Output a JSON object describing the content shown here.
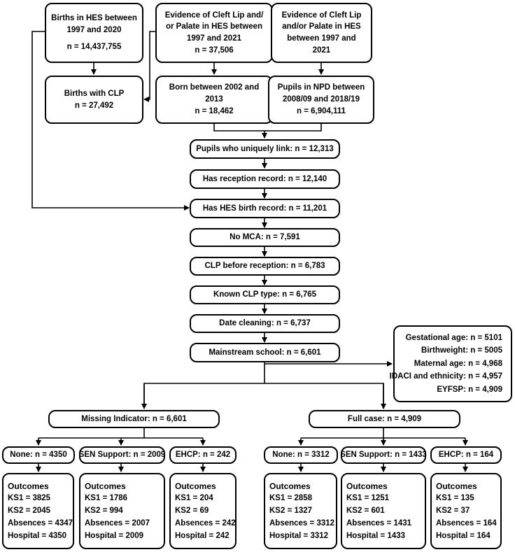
{
  "top": {
    "births_hes": [
      "Births in HES between",
      "1997 and 2020",
      "n = 14,437,755"
    ],
    "evidence_2021_a": [
      "Evidence of Cleft Lip and/",
      "or Palate in HES between",
      "1997 and 2021",
      "n = 37,506"
    ],
    "evidence_2021_b": [
      "Evidence of Cleft Lip",
      "and/or Palate in HES",
      "between 1997 and",
      "2021"
    ]
  },
  "second": {
    "births_clp": [
      "Births with CLP",
      "n = 27,492"
    ],
    "born_between": [
      "Born between 2002 and",
      "2013",
      "n = 18,462"
    ],
    "pupils_npd": [
      "Pupils in NPD between",
      "2008/09 and 2018/19",
      "n = 6,904,111"
    ]
  },
  "chain": [
    "Pupils who uniquely link: n = 12,313",
    "Has reception record: n = 12,140",
    "Has HES birth record: n = 11,201",
    "No MCA: n = 7,591",
    "CLP before reception: n = 6,783",
    "Known CLP type: n = 6,765",
    "Date cleaning: n = 6,737",
    "Mainstream school: n = 6,601"
  ],
  "missing_info": [
    "Gestational age: n = 5101",
    "Birthweight: n = 5005",
    "Maternal age: n = 4,968",
    "IDACI and ethnicity: n = 4,957",
    "EYFSP: n = 4,909"
  ],
  "branches": {
    "missing_indicator": "Missing Indicator: n = 6,601",
    "full_case": "Full case: n =  4,909"
  },
  "groups": [
    {
      "label": "None: n = 4350",
      "outcomes": [
        "Outcomes",
        "KS1 = 3825",
        "KS2 = 2045",
        "Absences = 4347",
        "Hospital = 4350"
      ]
    },
    {
      "label": "SEN Support: n = 2009",
      "outcomes": [
        "Outcomes",
        "KS1 = 1786",
        "KS2 = 994",
        "Absences = 2007",
        "Hospital = 2009"
      ]
    },
    {
      "label": "EHCP: n = 242",
      "outcomes": [
        "Outcomes",
        "KS1 = 204",
        "KS2 = 69",
        "Absences = 242",
        "Hospital = 242"
      ]
    },
    {
      "label": "None: n = 3312",
      "outcomes": [
        "Outcomes",
        "KS1 = 2858",
        "KS2 = 1327",
        "Absences = 3312",
        "Hospital = 3312"
      ]
    },
    {
      "label": "SEN Support: n = 1433",
      "outcomes": [
        "Outcomes",
        "KS1 = 1251",
        "KS2 = 601",
        "Absences = 1431",
        "Hospital = 1433"
      ]
    },
    {
      "label": "EHCP: n = 164",
      "outcomes": [
        "Outcomes",
        "KS1 = 135",
        "KS2 = 37",
        "Absences = 164",
        "Hospital = 164"
      ]
    }
  ]
}
